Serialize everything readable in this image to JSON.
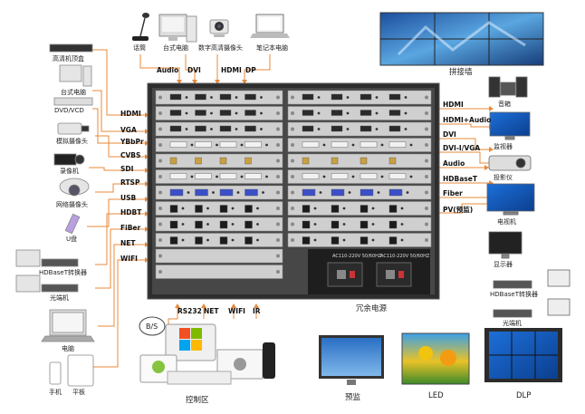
{
  "colors": {
    "line": "#e8893a",
    "chassis": "#3a3a3a",
    "card": "#cfcfcf",
    "vga_port": "#3b4fc8"
  },
  "top_devices": [
    {
      "label": "话筒",
      "icon": "microphone-icon"
    },
    {
      "label": "台式电脑",
      "icon": "desktop-computer-icon"
    },
    {
      "label": "数字高清摄像头",
      "icon": "hd-camera-icon"
    },
    {
      "label": "笔记本电脑",
      "icon": "laptop-icon"
    }
  ],
  "top_signals": [
    "Audio",
    "DVI",
    "HDMI",
    "DP"
  ],
  "video_wall": {
    "label": "拼接墙"
  },
  "left_devices": [
    "高清机顶盒",
    "台式电脑",
    "DVD/VCD",
    "模拟摄像头",
    "录像机",
    "网络摄像头",
    "U盘",
    "HDBaseT转换器",
    "光端机",
    "电脑",
    "手机",
    "平板"
  ],
  "left_signals": [
    "HDMI",
    "VGA",
    "YBbPr",
    "CVBS",
    "SDI",
    "RTSP",
    "USB",
    "HDBT",
    "FiBer",
    "NET",
    "WIFI"
  ],
  "right_signals": [
    "HDMI",
    "HDMI+Audio",
    "DVI",
    "DVI-I/VGA",
    "Audio",
    "HDBaseT",
    "Fiber",
    "PV(预监)"
  ],
  "right_devices": [
    "音箱",
    "监视器",
    "投影仪",
    "电视机",
    "显示器",
    "HDBaseT转换器",
    "光端机"
  ],
  "power": {
    "label": "冗余电源",
    "psu1": "AC110-220V 50/60HZ",
    "psu2": "AC110-220V 50/60HZ"
  },
  "control": {
    "label": "控制区",
    "signals": [
      "RS232",
      "NET",
      "WIFI",
      "IR"
    ],
    "bs": "B/S"
  },
  "bottom_displays": [
    "预监",
    "LED",
    "DLP"
  ]
}
